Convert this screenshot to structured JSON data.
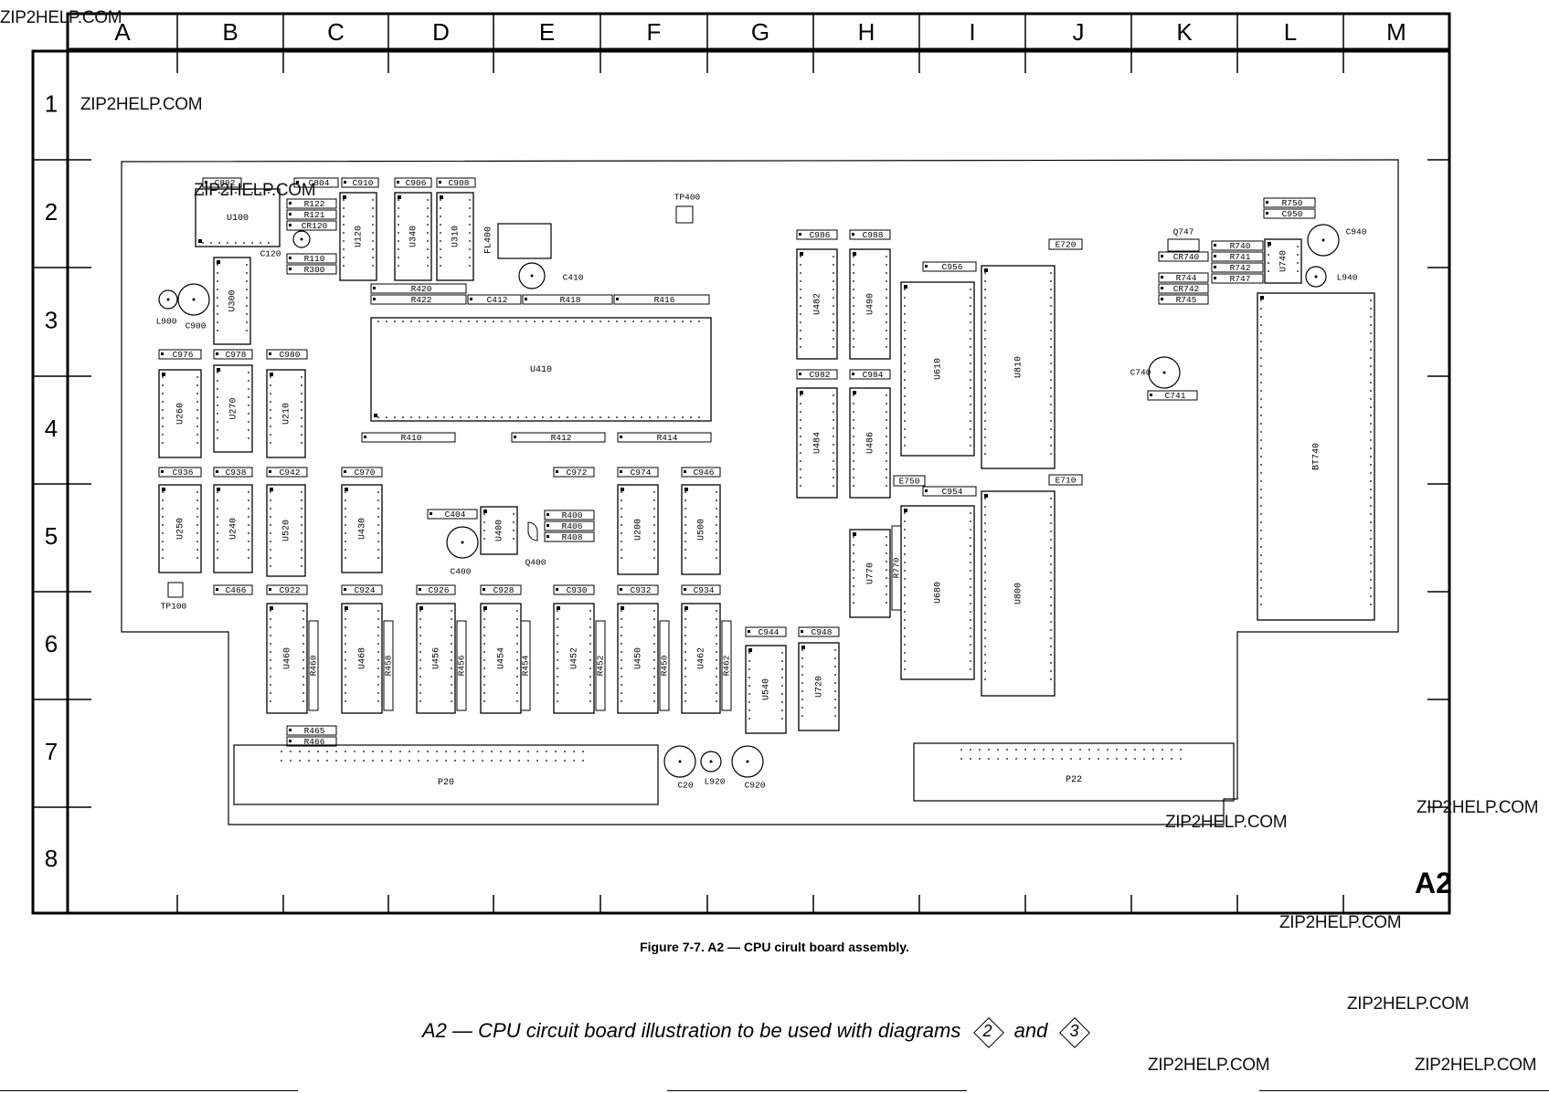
{
  "board": {
    "columns": [
      "A",
      "B",
      "C",
      "D",
      "E",
      "F",
      "G",
      "H",
      "I",
      "J",
      "K",
      "L",
      "M"
    ],
    "rows": [
      "1",
      "2",
      "3",
      "4",
      "5",
      "6",
      "7",
      "8"
    ],
    "assembly_label": "A2"
  },
  "figure_caption": "Figure 7-7. A2 — CPU cirult board assembly.",
  "subcaption": {
    "text_before": "A2 — CPU circuit board illustration to be used with diagrams",
    "diagram_a": "2",
    "text_mid": "and",
    "diagram_b": "3"
  },
  "watermarks": [
    "ZIP2HELP.COM",
    "ZIP2HELP.COM",
    "ZIP2HELP.COM",
    "ZIP2HELP.COM",
    "ZIP2HELP.COM",
    "ZIP2HELP.COM",
    "ZIP2HELP.COM",
    "ZIP2HELP.COM",
    "ZIP2HELP.COM"
  ],
  "components": {
    "chips": [
      {
        "label": "U100",
        "dir": "h"
      },
      {
        "label": "U120",
        "dir": "v"
      },
      {
        "label": "U340",
        "dir": "v"
      },
      {
        "label": "U310",
        "dir": "v"
      },
      {
        "label": "U300",
        "dir": "v"
      },
      {
        "label": "U410",
        "dir": "h"
      },
      {
        "label": "U260",
        "dir": "v"
      },
      {
        "label": "U270",
        "dir": "v"
      },
      {
        "label": "U210",
        "dir": "v"
      },
      {
        "label": "U250",
        "dir": "v"
      },
      {
        "label": "U240",
        "dir": "v"
      },
      {
        "label": "U520",
        "dir": "v"
      },
      {
        "label": "U430",
        "dir": "v"
      },
      {
        "label": "U400",
        "dir": "v"
      },
      {
        "label": "U200",
        "dir": "v"
      },
      {
        "label": "U500",
        "dir": "v"
      },
      {
        "label": "U460",
        "dir": "v"
      },
      {
        "label": "U468",
        "dir": "v"
      },
      {
        "label": "U456",
        "dir": "v"
      },
      {
        "label": "U454",
        "dir": "v"
      },
      {
        "label": "U452",
        "dir": "v"
      },
      {
        "label": "U450",
        "dir": "v"
      },
      {
        "label": "U462",
        "dir": "v"
      },
      {
        "label": "U540",
        "dir": "v"
      },
      {
        "label": "U720",
        "dir": "v"
      },
      {
        "label": "U482",
        "dir": "v"
      },
      {
        "label": "U490",
        "dir": "v"
      },
      {
        "label": "U484",
        "dir": "v"
      },
      {
        "label": "U486",
        "dir": "v"
      },
      {
        "label": "U610",
        "dir": "v"
      },
      {
        "label": "U810",
        "dir": "v"
      },
      {
        "label": "U770",
        "dir": "v"
      },
      {
        "label": "U680",
        "dir": "v"
      },
      {
        "label": "U800",
        "dir": "v"
      },
      {
        "label": "U740",
        "dir": "v"
      },
      {
        "label": "BT740",
        "dir": "v"
      }
    ],
    "parts": [
      "C802",
      "C804",
      "C910",
      "C906",
      "C908",
      "R122",
      "R121",
      "CR120",
      "R110",
      "R300",
      "C120",
      "FL400",
      "TP400",
      "R420",
      "R422",
      "C412",
      "R418",
      "R416",
      "C410",
      "L900",
      "C900",
      "C976",
      "C978",
      "C980",
      "R410",
      "R412",
      "R414",
      "C936",
      "C938",
      "C942",
      "C970",
      "C972",
      "C974",
      "C946",
      "C404",
      "R400",
      "R406",
      "R408",
      "Q400",
      "C400",
      "TP100",
      "C466",
      "C922",
      "C924",
      "C926",
      "C928",
      "C930",
      "C932",
      "C934",
      "R460",
      "R458",
      "R456",
      "R454",
      "R452",
      "R450",
      "R462",
      "C944",
      "C948",
      "R465",
      "R466",
      "C20",
      "L920",
      "C920",
      "C986",
      "C988",
      "E720",
      "C956",
      "C982",
      "C984",
      "E750",
      "C954",
      "E710",
      "R770",
      "Q747",
      "CR740",
      "R740",
      "R741",
      "R742",
      "R744",
      "CR742",
      "R745",
      "R747",
      "R750",
      "C950",
      "C940",
      "L940",
      "C740",
      "C741"
    ],
    "connectors": [
      "P20",
      "P22"
    ]
  }
}
